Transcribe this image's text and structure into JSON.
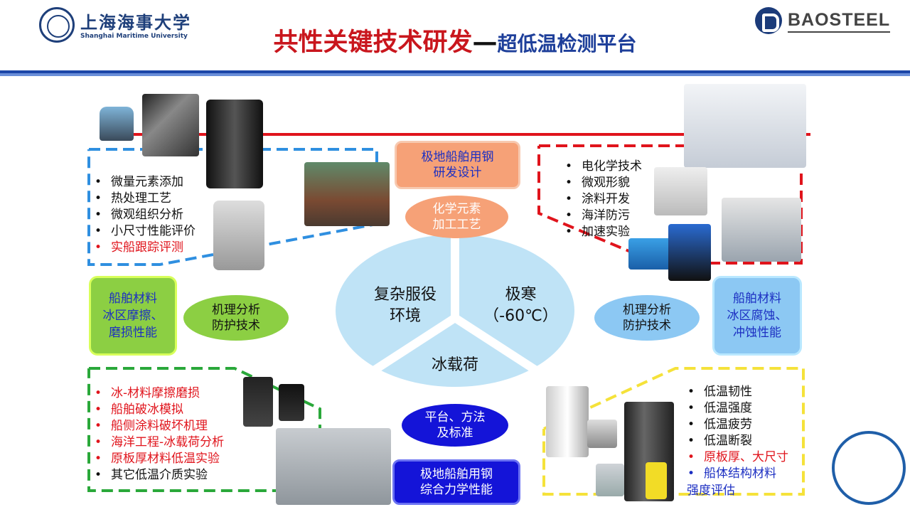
{
  "header": {
    "smu_name_cn": "上海海事大学",
    "smu_name_en": "Shanghai Maritime University",
    "bao_name": "BAOSTEEL",
    "title_part1": "共性关键技术研发",
    "title_dash": "—",
    "title_part2": "超低温检测平台"
  },
  "center": {
    "top_left": "复杂服役\n环境",
    "top_right": "极寒\n（-60℃）",
    "bottom": "冰载荷"
  },
  "top_box": {
    "label": "极地船舶用钢\n研发设计"
  },
  "top_ellipse": {
    "label": "化学元素\n加工工艺"
  },
  "bottom_box": {
    "label": "极地船舶用钢\n综合力学性能"
  },
  "bottom_ellipse": {
    "label": "平台、方法\n及标准"
  },
  "left_box": {
    "label": "船舶材料\n冰区摩擦、\n磨损性能"
  },
  "left_ellipse": {
    "label": "机理分析\n防护技术"
  },
  "right_box": {
    "label": "船舶材料\n冰区腐蚀、\n冲蚀性能"
  },
  "right_ellipse": {
    "label": "机理分析\n防护技术"
  },
  "panel_top_left": {
    "items": [
      "微量元素添加",
      "热处理工艺",
      "微观组织分析",
      "小尺寸性能评价",
      "实船跟踪评测"
    ]
  },
  "panel_top_right": {
    "items": [
      "电化学技术",
      "微观形貌",
      "涂料开发",
      "海洋防污",
      "加速实验"
    ]
  },
  "panel_bottom_left": {
    "items": [
      "冰-材料摩擦磨损",
      "船舶破冰模拟",
      "船侧涂料破坏机理",
      "海洋工程-冰载荷分析",
      "原板厚材料低温实验",
      "其它低温介质实验"
    ]
  },
  "panel_bottom_right": {
    "items": [
      "低温韧性",
      "低温强度",
      "低温疲劳",
      "低温断裂",
      "原板厚、大尺寸",
      "船体结构材料"
    ],
    "tail": "强度评估"
  },
  "colors": {
    "red": "#e0141c",
    "blue_text": "#1c2fc2",
    "pie": "#bfe3f6",
    "orange": "#f6a177",
    "green": "#8ccf43",
    "light_blue": "#8cc8f3",
    "navy": "#1414d8"
  }
}
